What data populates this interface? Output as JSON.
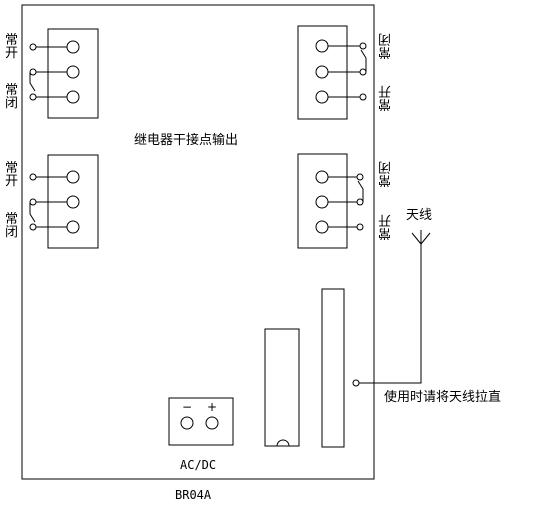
{
  "board": {
    "relay_title": "继电器干接点输出",
    "power_label": "AC/DC",
    "model": "BR04A",
    "power_minus": "−",
    "power_plus": "+"
  },
  "contacts": {
    "left_top": {
      "no": "常开",
      "nc": "常闭"
    },
    "left_bottom": {
      "no": "常开",
      "nc": "常闭"
    },
    "right_top": {
      "nc": "常闭",
      "no": "常开"
    },
    "right_bottom": {
      "nc": "常闭",
      "no": "常开"
    }
  },
  "antenna": {
    "label": "天线",
    "note": "使用时请将天线拉直"
  }
}
